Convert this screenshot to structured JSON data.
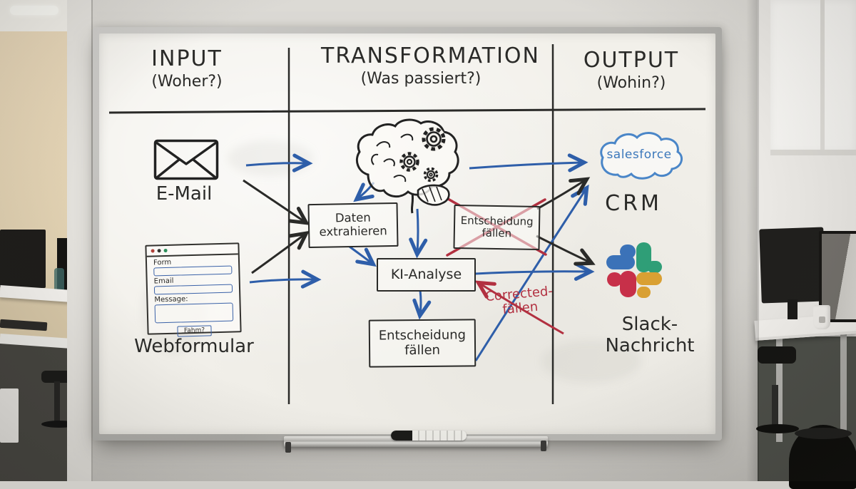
{
  "board": {
    "columns": [
      {
        "title": "INPUT",
        "subtitle": "(Woher?)"
      },
      {
        "title": "TRANSFORMATION",
        "subtitle": "(Was passiert?)"
      },
      {
        "title": "OUTPUT",
        "subtitle": "(Wohin?)"
      }
    ],
    "input": {
      "email_label": "E-Mail",
      "webform_label": "Webformular",
      "form_sketch": {
        "field_form": "Form",
        "field_email": "Email",
        "field_message": "Message:",
        "submit_button": "Fahm?"
      }
    },
    "transformation": {
      "extract_box": {
        "line1": "Daten",
        "line2": "extrahieren"
      },
      "decide_crossed_box": {
        "line1": "Entscheidung",
        "line2": "fällen"
      },
      "ki_box": "KI-Analyse",
      "decide_box": {
        "line1": "Entscheidung",
        "line2": "fällen"
      },
      "red_note": {
        "line1": "Corrected-",
        "line2": "fällen"
      }
    },
    "output": {
      "salesforce_text": "salesforce",
      "crm_label": "CRM",
      "slack_label": "Slack-Nachricht"
    },
    "colors": {
      "marker_black": "#2a2a28",
      "marker_blue": "#2e5ea9",
      "marker_red": "#b23040",
      "salesforce_blue": "#4a86c8",
      "slack_blue": "#3b72b8",
      "slack_green": "#2f9e77",
      "slack_red": "#c73049",
      "slack_yellow": "#d9a033"
    }
  }
}
